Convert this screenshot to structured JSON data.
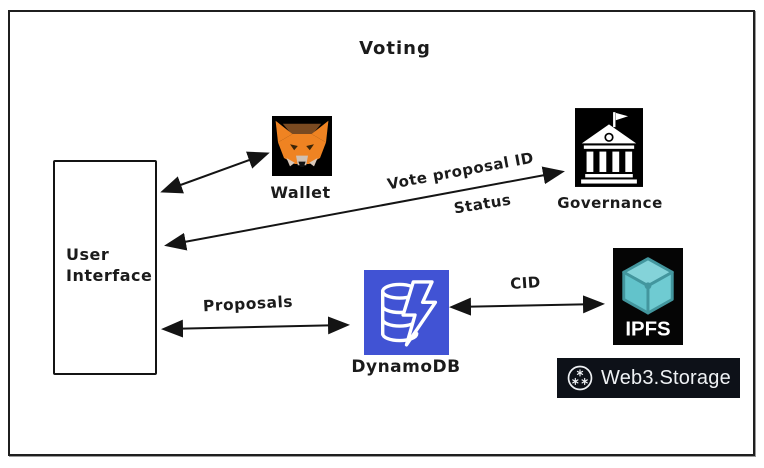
{
  "diagram": {
    "title": "Voting",
    "nodes": {
      "user_interface": {
        "label": "User Interface",
        "line1": "User",
        "line2": "Interface"
      },
      "wallet": {
        "label": "Wallet",
        "icon": "metamask-fox-icon"
      },
      "governance": {
        "label": "Governance",
        "icon": "government-building-icon"
      },
      "dynamodb": {
        "label": "DynamoDB",
        "icon": "dynamodb-database-icon"
      },
      "ipfs": {
        "label": "IPFS",
        "icon": "ipfs-cube-icon"
      },
      "web3storage": {
        "label": "Web3.Storage",
        "icon": "web3-storage-asterisks-icon"
      }
    },
    "edges": {
      "ui_wallet": {
        "from": "user_interface",
        "to": "wallet",
        "label": "",
        "style": "double-arrow"
      },
      "ui_governance": {
        "from": "user_interface",
        "to": "governance",
        "label_above": "Vote proposal ID",
        "label_below": "Status",
        "style": "double-arrow"
      },
      "ui_dynamodb": {
        "from": "user_interface",
        "to": "dynamodb",
        "label": "Proposals",
        "style": "double-arrow"
      },
      "dynamodb_ipfs": {
        "from": "dynamodb",
        "to": "ipfs",
        "label": "CID",
        "style": "double-arrow"
      }
    },
    "colors": {
      "border_black": "#1f1f1f",
      "arrow_black": "#141414",
      "metamask_orange": "#ef8322",
      "metamask_brown": "#7a4a21",
      "metamask_bg": "#000000",
      "governance_bg": "#000000",
      "dynamodb_blue": "#4153d4",
      "ipfs_teal_light": "#84d3d9",
      "ipfs_teal": "#62c3cb",
      "ipfs_teal_dark": "#43969e",
      "ipfs_bg": "#050505",
      "web3storage_bg": "#0d1118"
    }
  }
}
